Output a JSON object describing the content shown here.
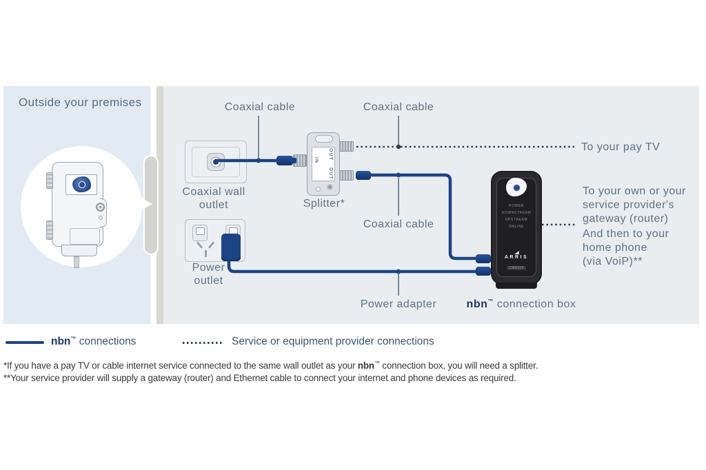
{
  "diagram": {
    "outside_label": "Outside your premises",
    "labels": {
      "coax_cable_1": "Coaxial cable",
      "coax_cable_2": "Coaxial cable",
      "coax_cable_3": "Coaxial cable",
      "wall_outlet_line1": "Coaxial wall",
      "wall_outlet_line2": "outlet",
      "splitter": "Splitter*",
      "power_outlet_line1": "Power",
      "power_outlet_line2": "outlet",
      "power_adapter": "Power adapter",
      "pay_tv": "To your pay TV",
      "nbn_box": {
        "brand": "nbn",
        "tm": "™",
        "rest": " connection box"
      },
      "gateway_lines": [
        "To your own or your",
        "service provider's",
        "gateway (router)",
        "And then to your",
        "home phone",
        "(via VoiP)**"
      ]
    },
    "splitter_ports": {
      "out_top": "OUT",
      "in": "IN",
      "out_bottom": "OUT"
    },
    "modem": {
      "leds": [
        "POWER",
        "DOWNSTREAM",
        "UPSTREAM",
        "ONLINE"
      ],
      "brand": "ARRIS",
      "model": "CM8200"
    }
  },
  "legend": {
    "nbn": {
      "brand": "nbn",
      "tm": "™",
      "rest": " connections"
    },
    "provider": "Service or equipment provider connections"
  },
  "footnotes": {
    "line1_pre": "*If you have a pay TV or cable internet service connected to the same wall outlet as your ",
    "line1_brand": "nbn",
    "line1_tm": "™",
    "line1_post": " connection box, you will need a splitter.",
    "line2": "**Your service provider will supply a gateway (router) and Ethernet cable to connect your internet and phone devices as required."
  },
  "colors": {
    "nbn_line": "#1c4484",
    "provider_line": "#2e4156",
    "label_text": "#5f7286",
    "brand_navy": "#1b3566",
    "panel_bg": "#e9edf0",
    "outside_bg": "#e2eaf3"
  }
}
